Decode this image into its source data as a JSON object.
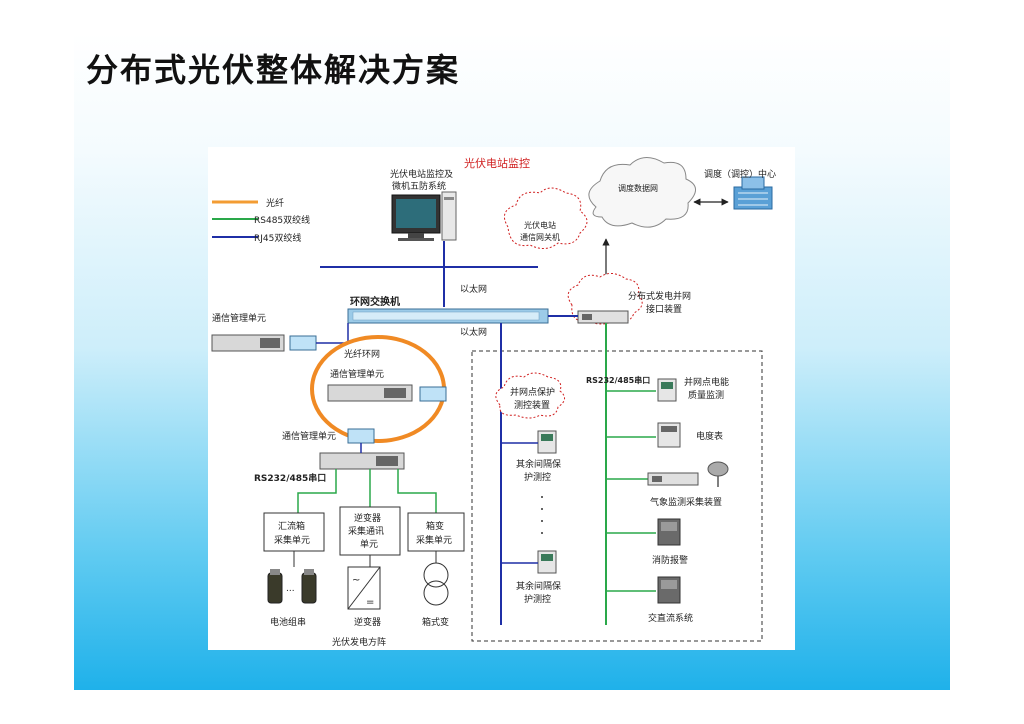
{
  "slide": {
    "title": "分布式光伏整体解决方案"
  },
  "diagram": {
    "header": "光伏电站监控",
    "legend": [
      {
        "label": "光纤",
        "color": "#f39c33"
      },
      {
        "label": "RS485双绞线",
        "color": "#2aa84a"
      },
      {
        "label": "RJ45双绞线",
        "color": "#1f2fa6"
      }
    ],
    "monitor_pc_label_1": "光伏电站监控及",
    "monitor_pc_label_2": "微机五防系统",
    "gateway_cloud_1": "光伏电站",
    "gateway_cloud_2": "通信网关机",
    "dispatch_cloud": "调度数据网",
    "dispatch_center": "调度（调控）中心",
    "ethernet_top": "以太网",
    "ethernet_bottom": "以太网",
    "ring_switch": "环网交换机",
    "grid_interface_1": "分布式发电并网",
    "grid_interface_2": "接口装置",
    "comm_unit_left": "通信管理单元",
    "fiber_ring": "光纤环网",
    "comm_unit_ring": "通信管理单元",
    "comm_unit_bottom": "通信管理单元",
    "serial_port_left": "RS232/485串口",
    "serial_port_right": "RS232/485串口",
    "combiner_1": "汇流箱",
    "combiner_2": "采集单元",
    "inverter_unit_1": "逆变器",
    "inverter_unit_2": "采集通讯",
    "inverter_unit_3": "单元",
    "box_unit_1": "箱变",
    "box_unit_2": "采集单元",
    "battery_label": "电池组串",
    "inverter_label": "逆变器",
    "box_transformer_label": "箱式变",
    "pv_array_label": "光伏发电方阵",
    "protection_cloud_1": "并网点保护",
    "protection_cloud_2": "测控装置",
    "bay_protection_1a": "其余间隔保",
    "bay_protection_1b": "护测控",
    "bay_protection_2a": "其余间隔保",
    "bay_protection_2b": "护测控",
    "power_quality_1": "并网点电能",
    "power_quality_2": "质量监测",
    "energy_meter": "电度表",
    "weather_device": "气象监测采集装置",
    "fire_alarm": "消防报警",
    "ac_dc_system": "交直流系统"
  }
}
